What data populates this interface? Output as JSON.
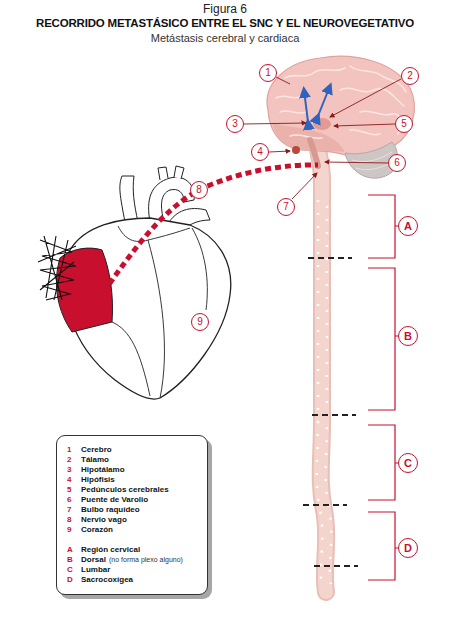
{
  "diagram": {
    "title": "RECORRIDO METASTÁSICO ENTRE EL SNC Y EL NEUROVEGETATIVO",
    "nodes": [
      {
        "text": [
          "1"
        ]
      },
      {
        "text": [
          "2"
        ]
      },
      {
        "text": [
          "3"
        ]
      },
      {
        "text": [
          "4"
        ]
      },
      {
        "text": [
          "5"
        ]
      },
      {
        "text": [
          "6"
        ]
      },
      {
        "text": [
          "7"
        ]
      },
      {
        "text": [
          "8"
        ]
      },
      {
        "text": [
          "9"
        ]
      },
      {
        "text": [
          "A"
        ]
      },
      {
        "text": [
          "B"
        ]
      },
      {
        "text": [
          "C"
        ]
      },
      {
        "text": [
          "D"
        ]
      },
      {
        "text": [
          "1",
          "Cerebro",
          "2",
          "Tálamo",
          "3",
          "Hipotálamo",
          "4",
          "Hipófisis",
          "5",
          "Pedúnculos cerebrales",
          "6",
          "Puente de Varolio",
          "7",
          "Bulbo raquídeo",
          "8",
          "Nervio vago",
          "9",
          "Corazón",
          "A",
          "Región cervical",
          "B",
          "Dorsal",
          "(no forma plexo alguno)",
          "C",
          "Lumbar",
          "D",
          "Sacrocoxígea"
        ]
      }
    ],
    "labels": [
      "Figura 6",
      "Metástasis cerebral y cardiaca"
    ]
  }
}
